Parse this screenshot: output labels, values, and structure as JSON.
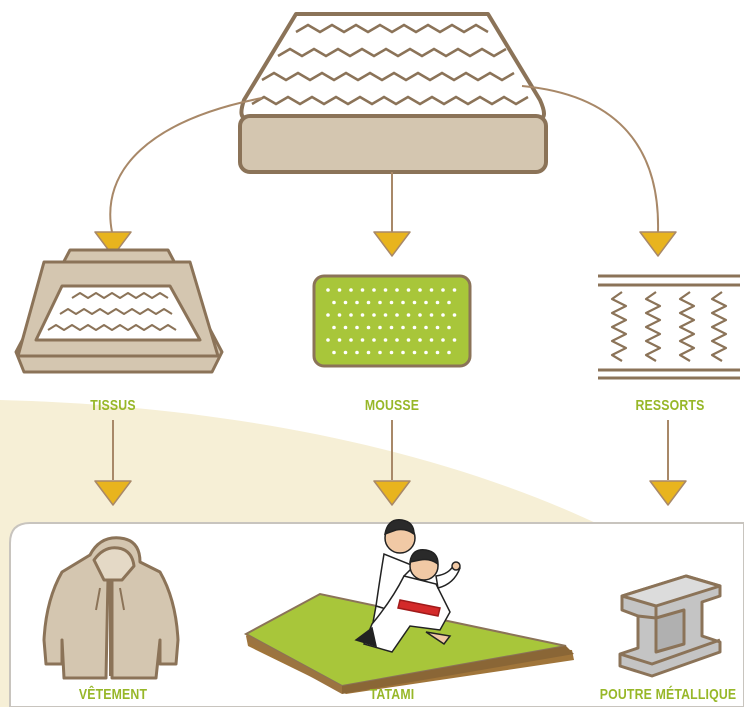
{
  "colors": {
    "label_green": "#97b728",
    "outline_brown": "#8b7358",
    "mattress_fill": "#d4c6b0",
    "foam_green": "#a8c63a",
    "arrow_yellow": "#e8b41e",
    "arrow_line": "#a88868",
    "background_band": "#f6efd6",
    "metal_grey": "#c4c4c4"
  },
  "components": {
    "tissus": "TISSUS",
    "mousse": "MOUSSE",
    "ressorts": "RESSORTS"
  },
  "products": {
    "vetement": "VÊTEMENT",
    "tatami": "TATAMI",
    "poutre": "POUTRE MÉTALLIQUE"
  },
  "icons": {
    "mattress": "mattress-icon",
    "fabric": "fabric-layers-icon",
    "foam": "foam-block-icon",
    "springs": "springs-icon",
    "jacket": "hoodie-icon",
    "tatami": "judo-tatami-icon",
    "beam": "steel-beam-icon"
  }
}
